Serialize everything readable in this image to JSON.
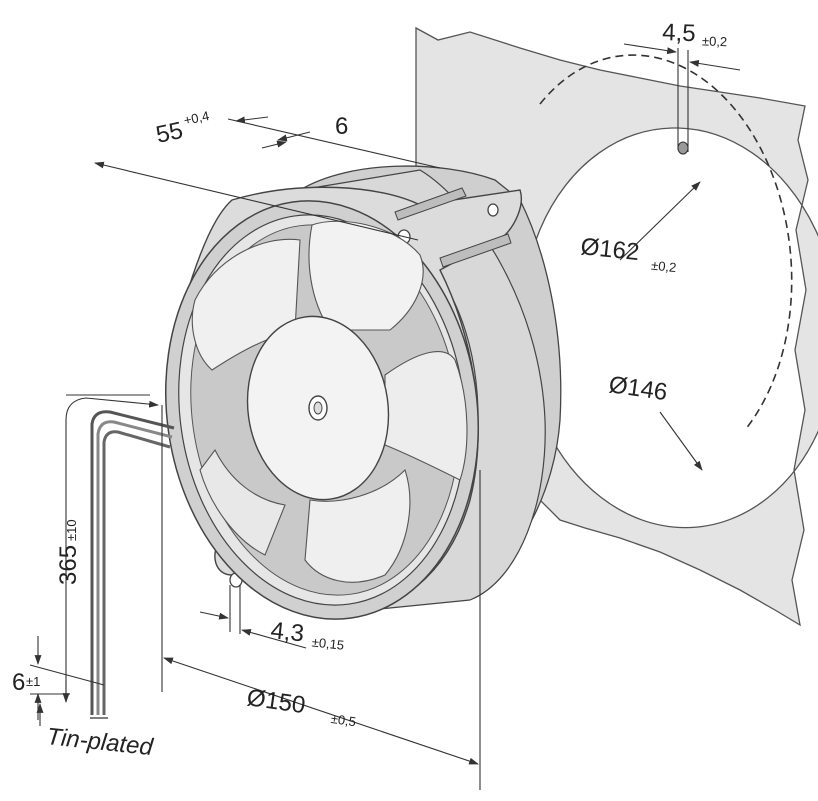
{
  "dimensions": {
    "depth": {
      "value": "55",
      "tolerance": "+0,4"
    },
    "flange": {
      "value": "6"
    },
    "slot": {
      "value": "4,5",
      "tolerance": "±0,2"
    },
    "bolt_circle": {
      "value": "Ø162",
      "tolerance": "±0,2"
    },
    "cutout": {
      "value": "Ø146"
    },
    "hole": {
      "value": "4,3",
      "tolerance": "±0,15"
    },
    "diameter": {
      "value": "Ø150",
      "tolerance": "±0,5"
    },
    "lead_length": {
      "value": "365",
      "tolerance": "±10"
    },
    "strip_length": {
      "value": "6",
      "tolerance": "±1"
    }
  },
  "labels": {
    "lead_finish": "Tin-plated"
  },
  "colors": {
    "panel": "#e4e4e4",
    "housing": "#dcdcdc",
    "housing_dark": "#bdbdbd",
    "blade": "#f2f2f2",
    "interior": "#cfcfcf",
    "line": "#333333"
  }
}
